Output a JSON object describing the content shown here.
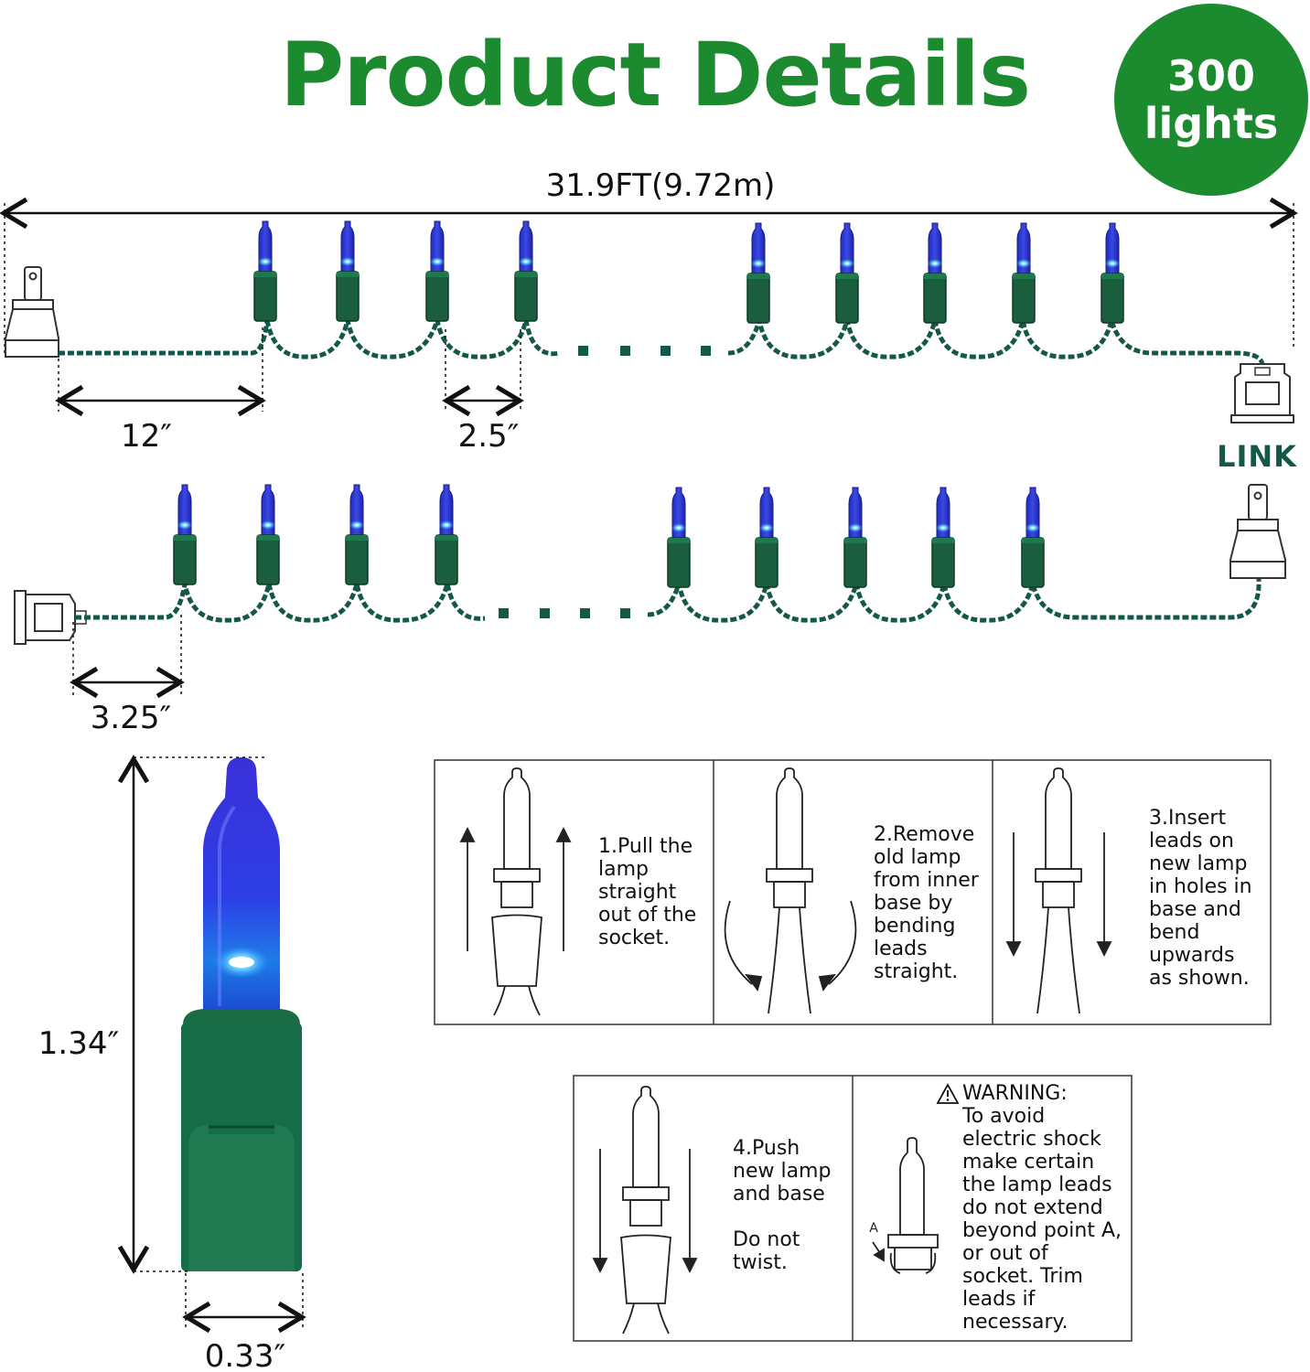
{
  "title": "Product Details",
  "badge": {
    "line1": "300",
    "line2": "lights"
  },
  "colors": {
    "brand_green": "#1c8a2e",
    "wire_green": "#14584a",
    "bulb_blue": "#2e2ed0",
    "glow": "#23a8ff"
  },
  "dimensions": {
    "total_length": "31.9FT(9.72m)",
    "lead_first": "12″",
    "spacing": "2.5″",
    "lead_end": "3.25″",
    "bulb_height": "1.34″",
    "bulb_width": "0.33″"
  },
  "link_label": "LINK",
  "steps": [
    {
      "lines": [
        "1.Pull the",
        "lamp",
        "straight",
        "out of the",
        "socket."
      ]
    },
    {
      "lines": [
        "2.Remove",
        "old lamp",
        "from inner",
        "base by",
        "bending",
        "leads",
        "straight."
      ]
    },
    {
      "lines": [
        "3.Insert",
        "leads on",
        "new lamp",
        "in holes in",
        "base and",
        "bend",
        "upwards",
        "as shown."
      ]
    },
    {
      "lines": [
        "4.Push",
        "new lamp",
        "and base",
        "",
        "Do not",
        "twist."
      ]
    }
  ],
  "warning": {
    "icon": "warning-triangle-icon",
    "heading": "WARNING:",
    "lines": [
      "To avoid",
      "electric shock",
      "make certain",
      "the lamp leads",
      "do not extend",
      "beyond point A,",
      "or out of",
      "socket. Trim",
      "leads if",
      "necessary."
    ],
    "point_label": "A"
  }
}
